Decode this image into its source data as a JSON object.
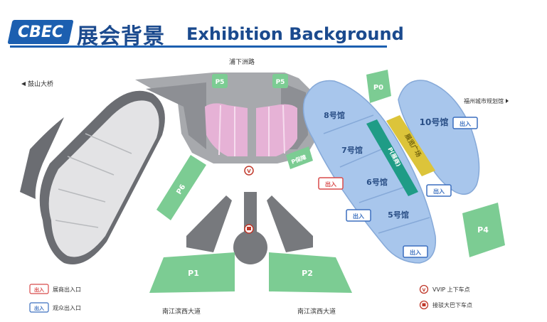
{
  "header": {
    "logo": "CBEC",
    "title_cn": "展会背景",
    "title_en": "Exhibition Background"
  },
  "map": {
    "roads": {
      "top": "浦下洲路",
      "left": "鼓山大桥",
      "bottom_left": "南江滨西大道",
      "bottom_right": "南江滨西大道",
      "planning_hall": "福州城市规划馆"
    },
    "parking": {
      "p5_left": "P5",
      "p5_right": "P5",
      "p0": "P0",
      "p6": "P6",
      "p4": "P4",
      "p1": "P1",
      "p2": "P2",
      "p_security": "P保障",
      "p_exhibitor": "P(展商)"
    },
    "halls": {
      "h8": "8号馆",
      "h7": "7号馆",
      "h6": "6号馆",
      "h5": "5号馆",
      "h10": "10号馆",
      "plaza": "展览广场"
    },
    "entrances": {
      "exhibitor": "出入",
      "visitor_1": "出入",
      "visitor_2": "出入",
      "visitor_3": "出入",
      "visitor_4": "出入"
    }
  },
  "legend": {
    "exhibitor_badge": "出入",
    "exhibitor_label": "展商出入口",
    "visitor_badge": "出入",
    "visitor_label": "观众出入口",
    "vip_label": "VVIP 上下车点",
    "bus_label": "接驳大巴下车点"
  },
  "colors": {
    "brand_blue": "#1c5fb0",
    "hall_blue": "#a8c6ec",
    "grey_building": "#dcdcdc",
    "dark_grey": "#77797d",
    "pink_building": "#e6b2d6",
    "green_parking": "#7ccc93",
    "yellow_plaza": "#dcc43a",
    "teal_strip": "#1f9c86",
    "exhibitor_red": "#d84a4a"
  }
}
